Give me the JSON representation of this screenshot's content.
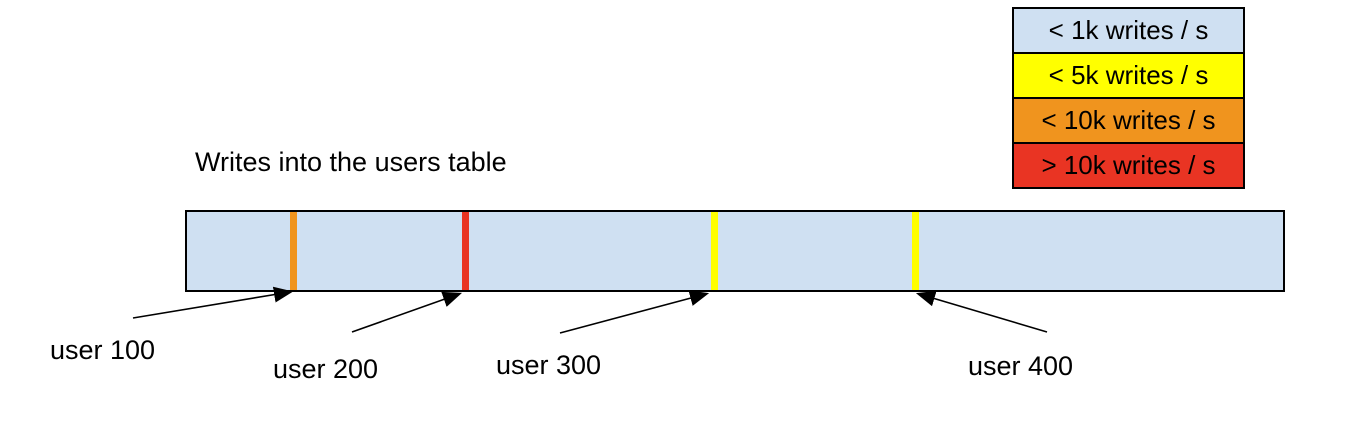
{
  "title": "Writes into the users table",
  "legend": {
    "items": [
      {
        "label": "< 1k writes / s",
        "color": "#cfe0f2"
      },
      {
        "label": "< 5k writes / s",
        "color": "#ffff00"
      },
      {
        "label": "< 10k writes / s",
        "color": "#f0941e"
      },
      {
        "label": "> 10k writes / s",
        "color": "#e93423"
      }
    ]
  },
  "bar": {
    "fill": "#cfe0f2",
    "border_color": "#000000"
  },
  "markers": [
    {
      "label": "user 100",
      "color": "#f0941e"
    },
    {
      "label": "user 200",
      "color": "#e93423"
    },
    {
      "label": "user 300",
      "color": "#ffff00"
    },
    {
      "label": "user 400",
      "color": "#ffff00"
    }
  ]
}
